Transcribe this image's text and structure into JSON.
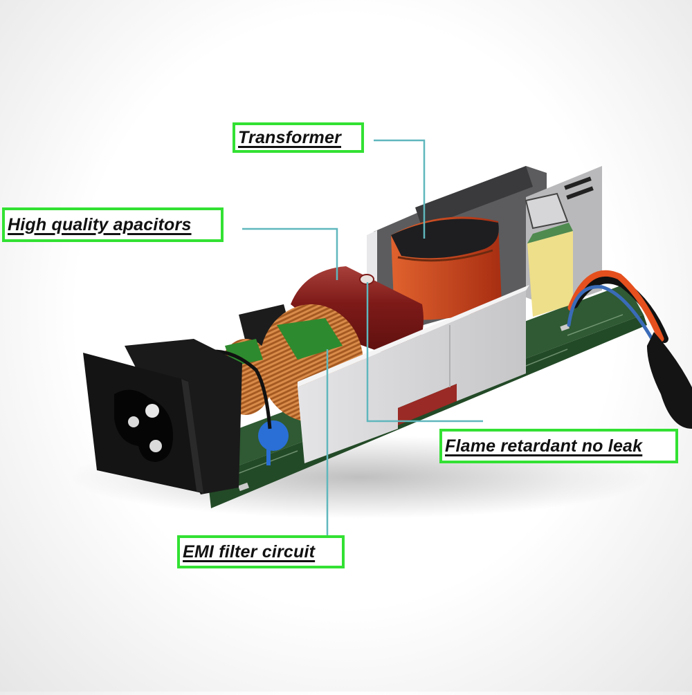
{
  "labels": {
    "transformer": "Transformer",
    "capacitors": "High quality apacitors",
    "flame": "Flame retardant no leak",
    "emi": "EMI filter circuit"
  },
  "colors": {
    "label_border": "#33e133",
    "leader_line": "#5fb7bd",
    "pcb": "#2f5a33",
    "shield": "#d4d4d6",
    "capacitor": "#8a1f1c",
    "transformer_core": "#c9431b",
    "coil": "#b86a2c",
    "socket": "#141414"
  },
  "components": [
    "ac-inlet-socket",
    "emi-choke-coil",
    "electrolytic-capacitor",
    "transformer",
    "metal-shield",
    "output-cable",
    "pcb"
  ]
}
